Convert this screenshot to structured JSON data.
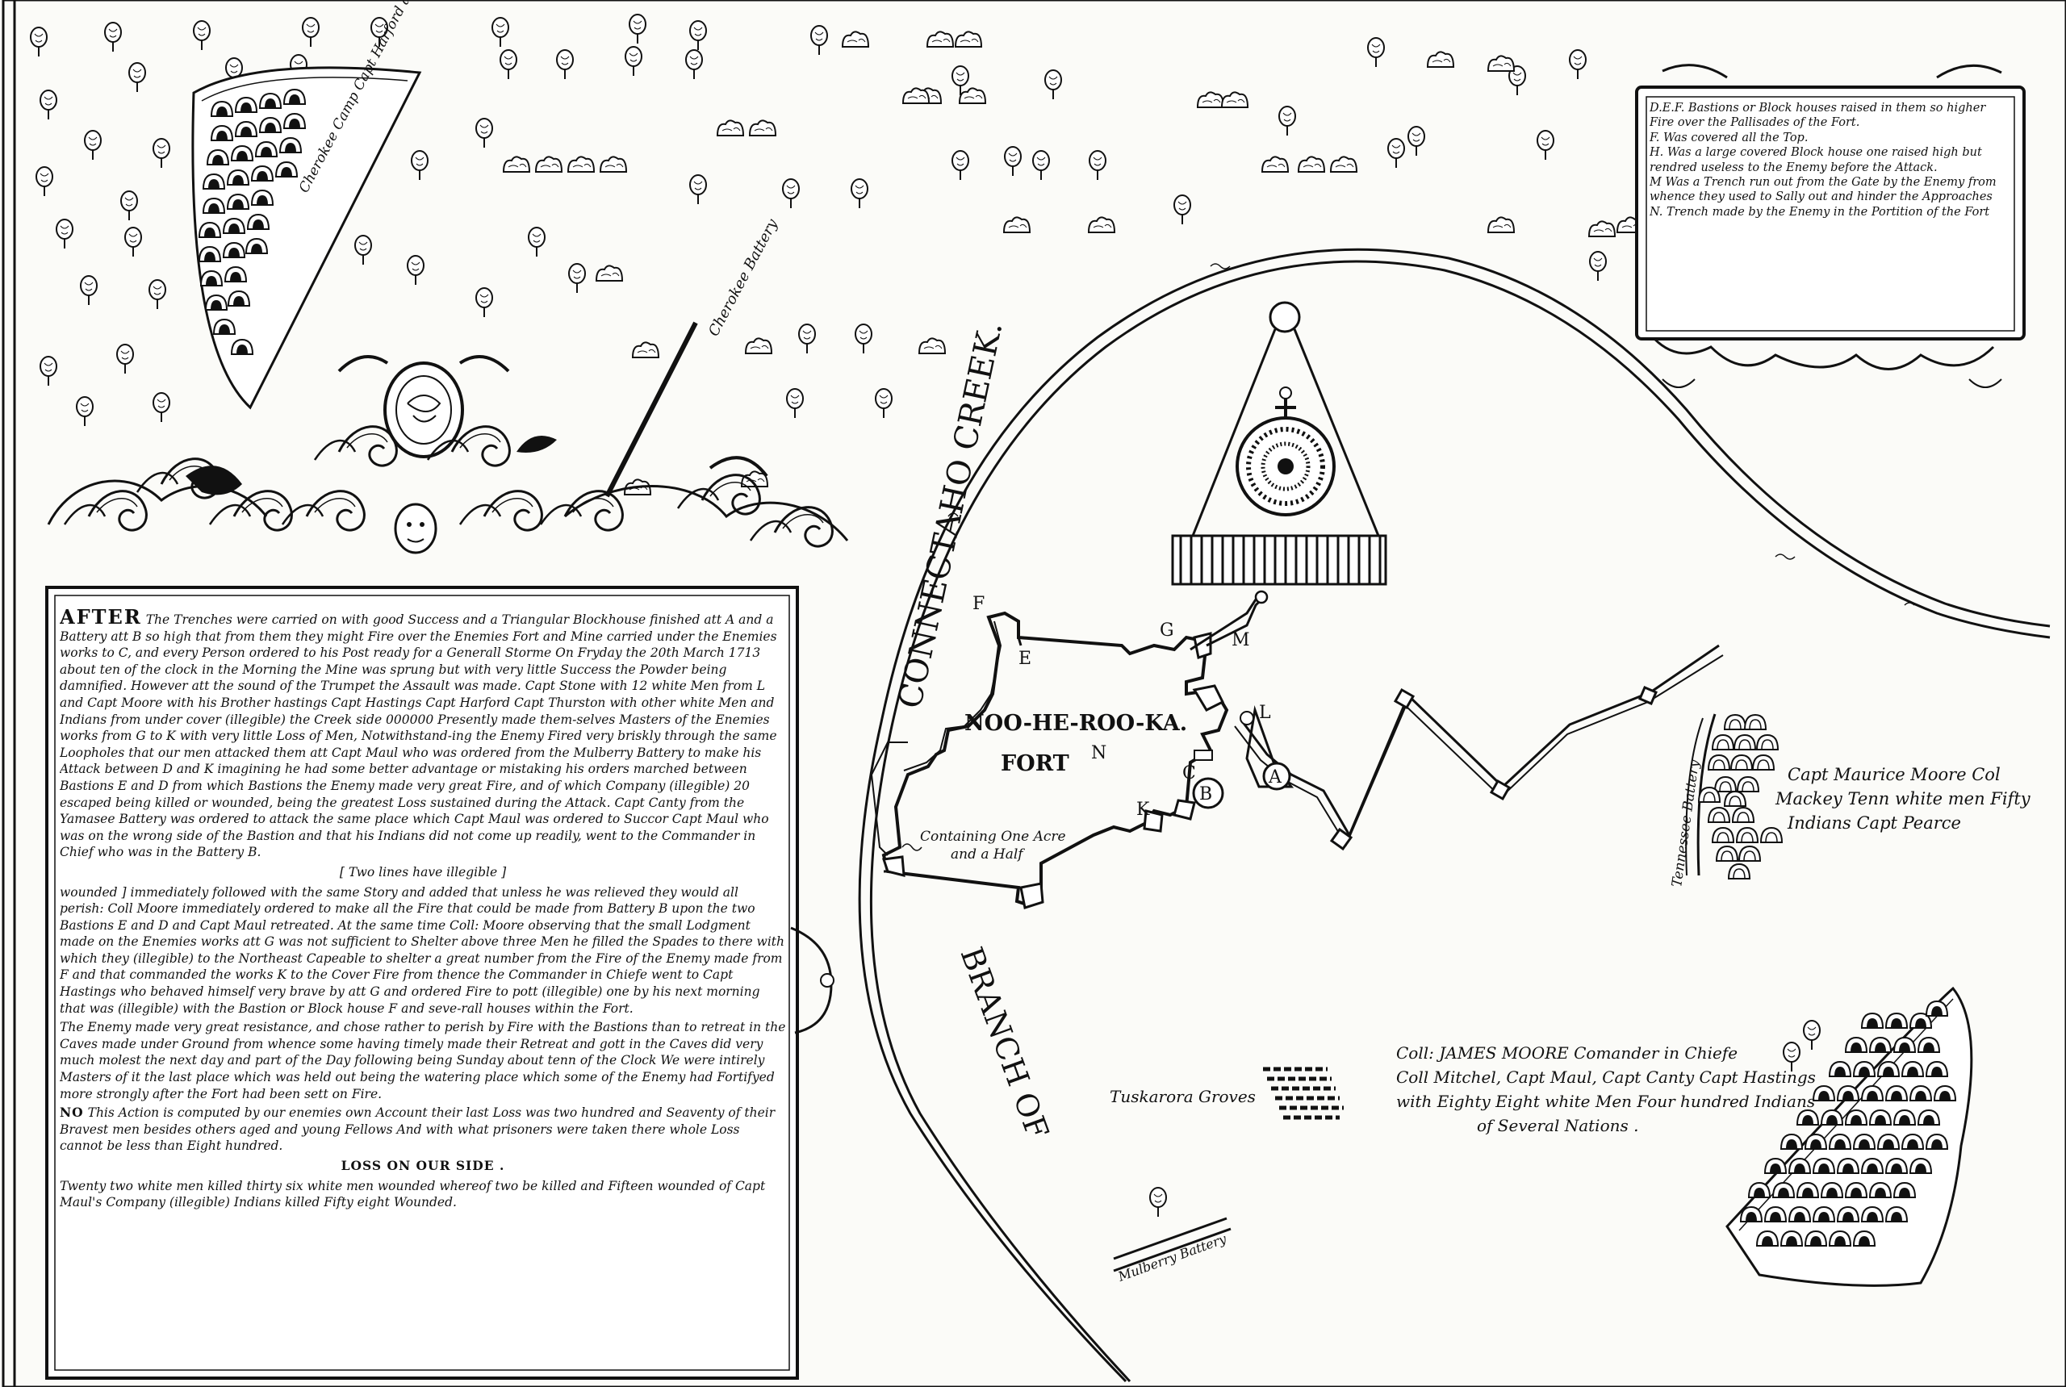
{
  "map": {
    "fort_name": [
      "NOO-HE-ROO-KA.",
      "FORT"
    ],
    "fort_area": [
      "Containing One Acre",
      "and a Half"
    ],
    "creek_name": "CONNECTAHO CREEK.",
    "branch_name": "BRANCH OF",
    "letters": [
      "A",
      "B",
      "C",
      "E",
      "F",
      "G",
      "K",
      "L",
      "M",
      "N"
    ],
    "battery_labels": {
      "cherokee_battery": "Cherokee Battery",
      "tennessee_battery": "Tennessee Battery",
      "mulberry_battery": "Mulberry Battery",
      "tuskarora_groves": "Tuskarora Groves"
    },
    "camp_label": "Cherokee Camp Capt Harford and Turstow with Nineteen Indians",
    "army_notes": {
      "tennessee_group": [
        "Capt Maurice Moore Col",
        "Mackey Tenn white men Fifty",
        "Indians Capt Pearce"
      ],
      "commander": [
        "Coll: JAMES MOORE Comander in Chiefe",
        "Coll Mitchel, Capt Maul, Capt Canty Capt Hastings",
        "with Eighty Eight white Men Four hundred Indians",
        "of Several Nations ."
      ]
    }
  },
  "legend": [
    "D.E.F. Bastions or Block houses raised in them so higher Fire over the Pallisades of the Fort.",
    "F. Was covered all the Top.",
    "H. Was a large covered Block house one raised high but rendred useless to the Enemy before the Attack.",
    "M Was a Trench run out from the Gate by the Enemy from whence they used to Sally out and hinder the Approaches",
    "N. Trench made by the Enemy in the Portition of the Fort"
  ],
  "narrative": {
    "p1_word": "AFTER",
    "p1": "The Trenches were carried on with good Success and a Triangular Blockhouse finished att A and a Battery att B so high that from them they might Fire over the Enemies Fort and Mine carried under the Enemies works to C, and every Person ordered to his Post ready for a Generall Storme On Fryday the 20th March 1713 about ten of the clock in the Morning the Mine was sprung but with very little Success the Powder being damnified. However att the sound of the Trumpet the Assault was made. Capt Stone with 12 white Men from L and Capt Moore with his Brother hastings Capt Hastings Capt Harford Capt Thurston with other white Men and Indians from under cover (illegible) the Creek side 000000 Presently made them-selves Masters of the Enemies works from G to K with very little Loss of Men, Notwithstand-ing the Enemy Fired very briskly through the same Loopholes that our men attacked them att Capt Maul who was ordered from the Mulberry Battery to make his Attack between D and K imagining he had some better advantage or mistaking his orders marched between Bastions E and D from which Bastions the Enemy made very great Fire, and of which Company (illegible) 20 escaped being killed or wounded, being the greatest Loss sustained during the Attack. Capt Canty from the Yamasee Battery was ordered to attack the same place which Capt Maul was ordered to Succor Capt Maul who was on the wrong side of the Bastion and that his Indians did not come up readily, went to the Commander in Chief who was in the Battery B.",
    "illegible_note": "[ Two lines have illegible ]",
    "p2": "wounded ] immediately followed with the same Story and added that unless he was relieved they would all perish: Coll Moore immediately ordered to make all the Fire that could be made from Battery B upon the two Bastions E and D and Capt Maul retreated. At the same time Coll: Moore observing that the small Lodgment made on the Enemies works att G was not sufficient to Shelter above three Men he filled the Spades to there with which they (illegible) to the Northeast Capeable to shelter a great number from the Fire of the Enemy made from F and that commanded the works K to the Cover Fire from thence the Commander in Chiefe went to Capt Hastings who behaved himself very brave by att G and ordered Fire to pott (illegible) one by his next morning that was (illegible) with the Bastion or Block house F and seve-rall houses within the Fort.",
    "p3": "The Enemy made very great resistance, and chose rather to perish by Fire with the Bastions than to retreat in the Caves made under Ground from whence some having timely made their Retreat and gott in the Caves did very much molest the next day and part of the Day following being Sunday about tenn of the Clock We were intirely Masters of it the last place which was held out being the watering place which some of the Enemy had Fortifyed more strongly after the Fort had been sett on Fire.",
    "p4_lead": "NO",
    "p4": "This Action is computed by our enemies own Account their last Loss was two hundred and Seaventy of their Bravest men besides others aged and young Fellows And with what prisoners were taken there whole Loss cannot be less than Eight hundred.",
    "loss_title": "LOSS ON OUR SIDE .",
    "loss_text": "Twenty two white men killed thirty six white men wounded whereof two be killed and Fifteen wounded of Capt Maul's Company (illegible) Indians killed Fifty eight Wounded."
  }
}
